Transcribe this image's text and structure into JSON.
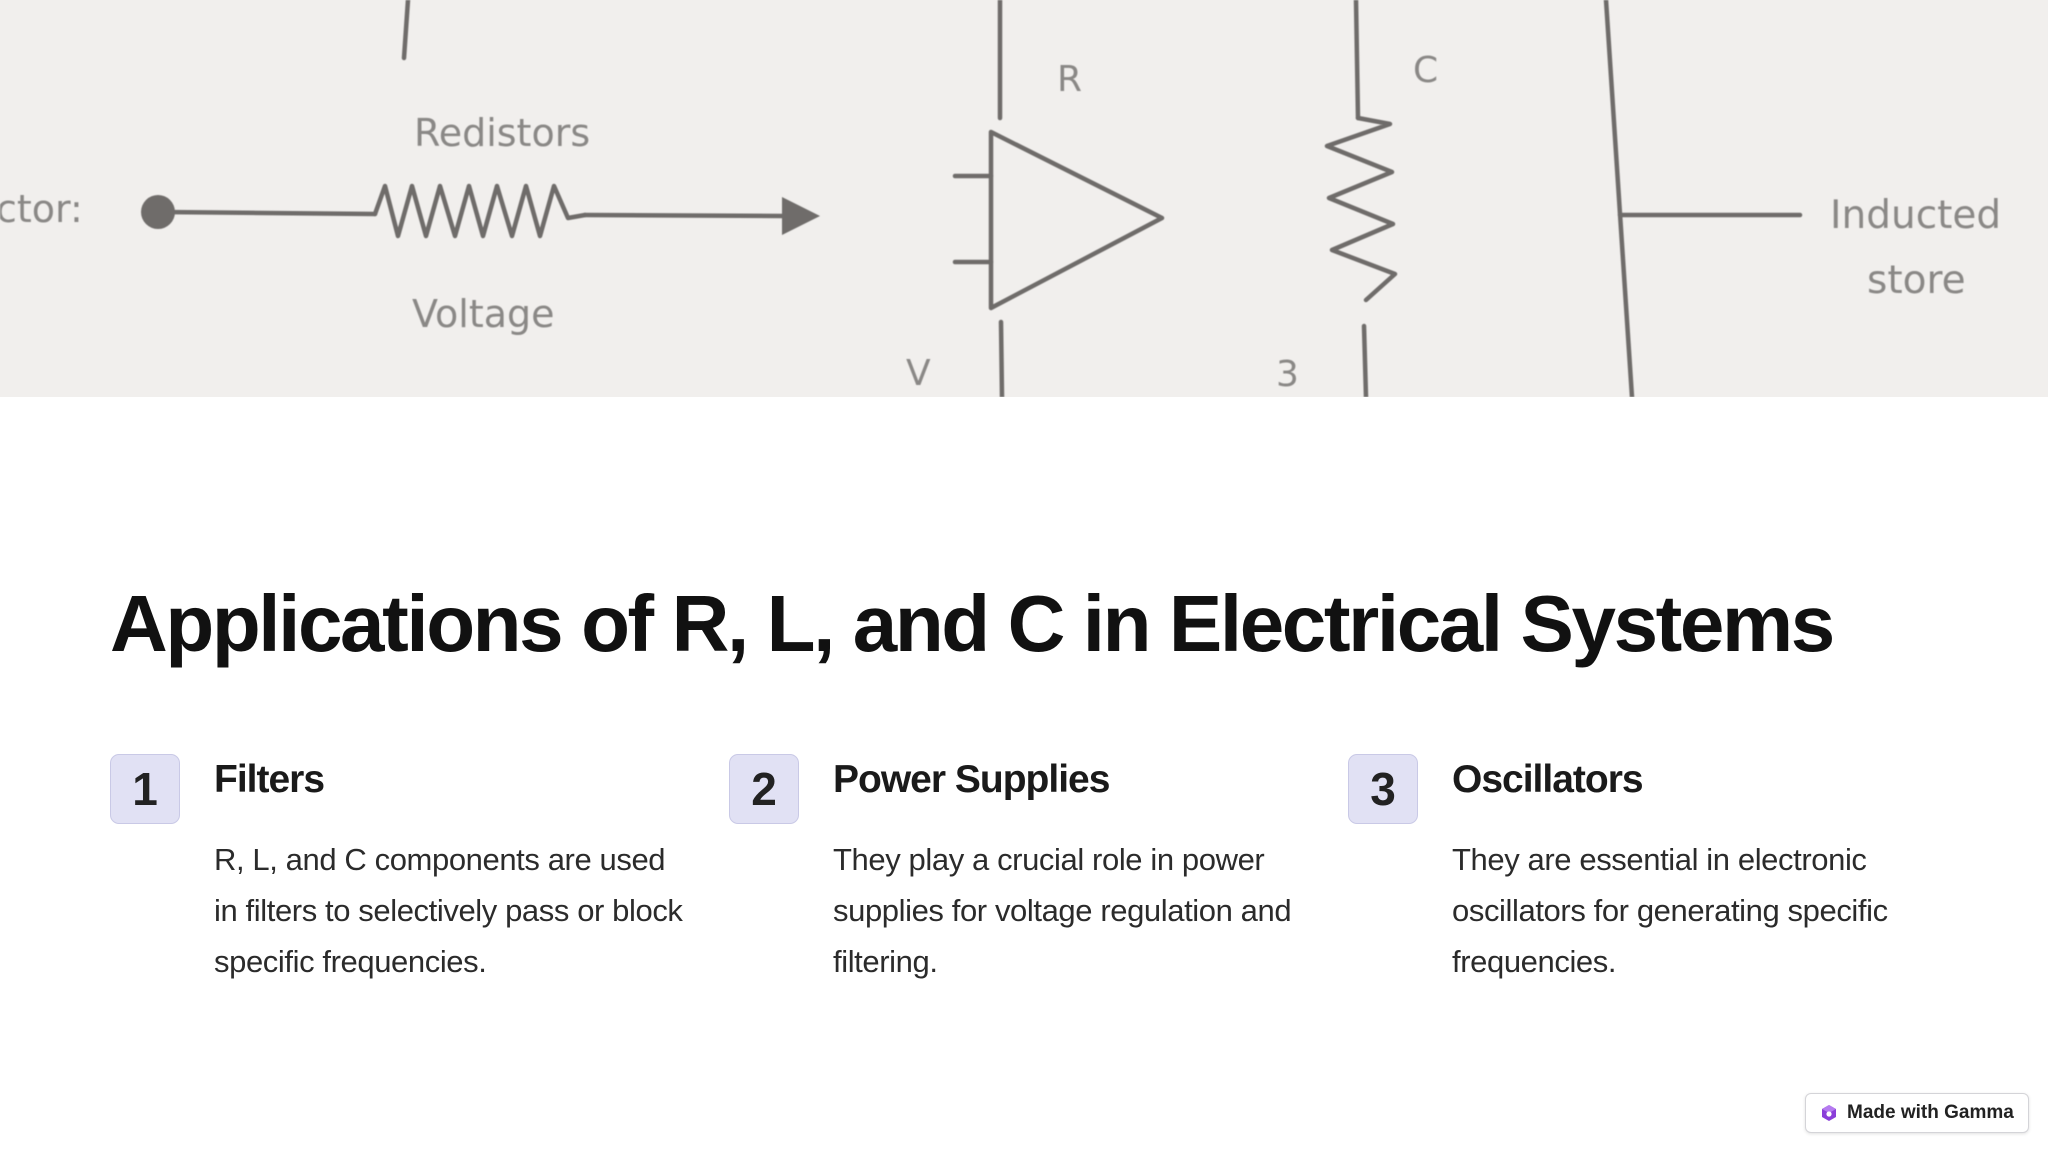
{
  "diagram": {
    "labels": {
      "ctor": "ctor:",
      "redistors": "Redistors",
      "voltage": "Voltage",
      "r": "R",
      "v": "V",
      "c": "C",
      "three": "3",
      "inducted": "Inducted",
      "store": "store"
    },
    "line_color": "#6f6c6a"
  },
  "slide": {
    "title": "Applications of R, L, and C in Electrical Systems"
  },
  "cards": [
    {
      "number": "1",
      "title": "Filters",
      "body": "R, L, and C components are used in filters to selectively pass or block specific frequencies."
    },
    {
      "number": "2",
      "title": "Power Supplies",
      "body": "They play a crucial role in power supplies for voltage regulation and filtering."
    },
    {
      "number": "3",
      "title": "Oscillators",
      "body": "They are essential in electronic oscillators for generating specific frequencies."
    }
  ],
  "badge": {
    "label": "Made with Gamma",
    "icon": "gamma-logo-icon",
    "accent": "#8b3fd9"
  }
}
